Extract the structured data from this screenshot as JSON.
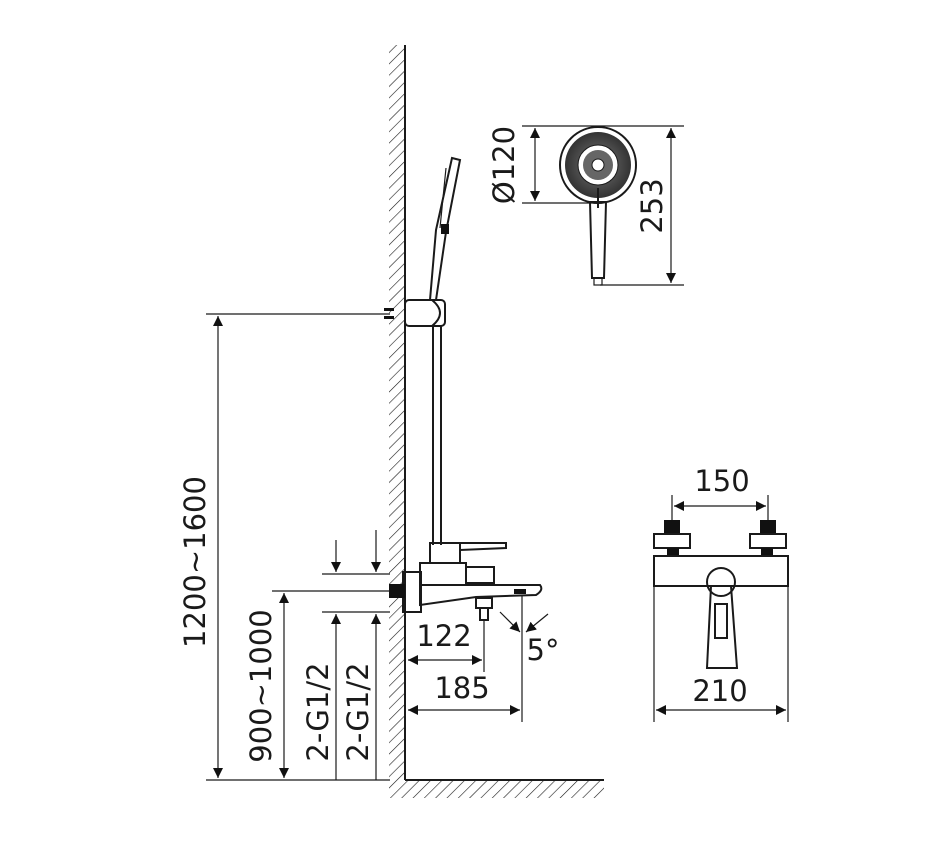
{
  "labels": {
    "handshower_diameter": "Ø120",
    "handshower_length": "253",
    "rail_height_range": "1200~1600",
    "mixer_height_range": "900~1000",
    "thread_left": "2-G1/2",
    "thread_right": "2-G1/2",
    "spout_offset_short": "122",
    "spout_offset_long": "185",
    "spout_angle": "5°",
    "inlet_spacing": "150",
    "body_width": "210"
  }
}
